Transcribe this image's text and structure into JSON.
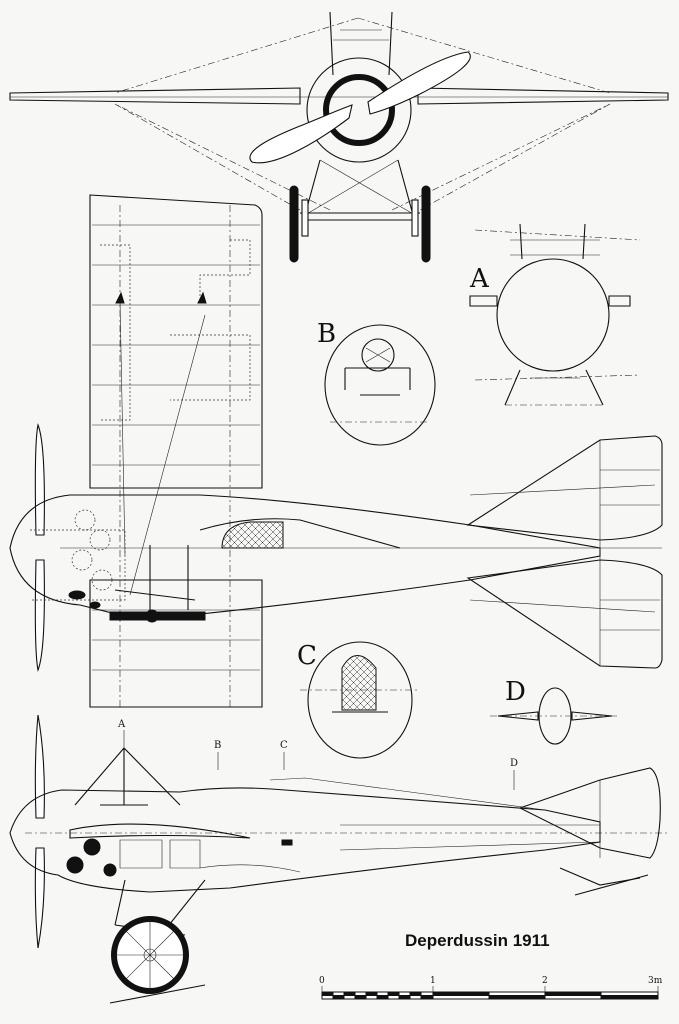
{
  "title": "Deperdussin 1911",
  "section_labels": {
    "a": "A",
    "b": "B",
    "c": "C",
    "d": "D"
  },
  "station_marks": {
    "a": "A",
    "b": "B",
    "c": "C",
    "d": "D"
  },
  "scale": {
    "labels": [
      "0",
      "1",
      "2",
      "3m"
    ]
  }
}
